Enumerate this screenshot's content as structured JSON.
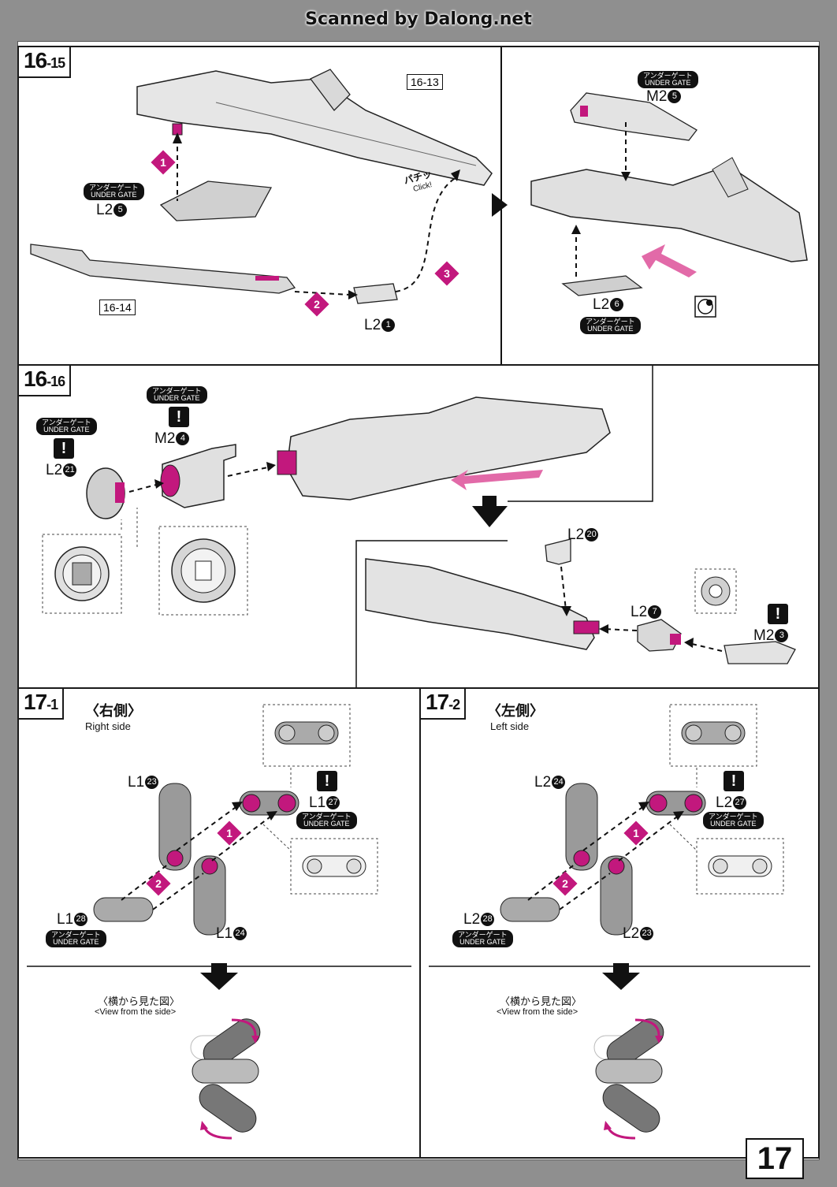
{
  "header": {
    "scan_credit": "Scanned by Dalong.net"
  },
  "page_number": "17",
  "gate_label": {
    "jp": "アンダーゲート",
    "en": "UNDER GATE"
  },
  "warning_symbol": "!",
  "panels": {
    "s16_15": {
      "step": "16",
      "sub": "-15",
      "ref_13": "16-13",
      "ref_14": "16-14",
      "click_jp": "パチッ",
      "click_en": "Click!",
      "part_a": {
        "code": "L2",
        "num": "5"
      },
      "part_b": {
        "code": "L2",
        "num": "1"
      },
      "part_c": {
        "code": "M2",
        "num": "5"
      },
      "part_d": {
        "code": "L2",
        "num": "6"
      },
      "steps": [
        "1",
        "2",
        "3"
      ]
    },
    "s16_16": {
      "step": "16",
      "sub": "-16",
      "part_a": {
        "code": "L2",
        "num": "21"
      },
      "part_b": {
        "code": "M2",
        "num": "4"
      },
      "part_c": {
        "code": "L2",
        "num": "20"
      },
      "part_d": {
        "code": "L2",
        "num": "7"
      },
      "part_e": {
        "code": "M2",
        "num": "3"
      }
    },
    "s17_1": {
      "step": "17",
      "sub": "-1",
      "title_jp": "〈右側〉",
      "title_en": "Right side",
      "parts": [
        {
          "code": "L1",
          "num": "23"
        },
        {
          "code": "L1",
          "num": "27"
        },
        {
          "code": "L1",
          "num": "28"
        },
        {
          "code": "L1",
          "num": "24"
        }
      ],
      "view_jp": "〈横から見た図〉",
      "view_en": "<View from the side>",
      "steps": [
        "1",
        "2"
      ]
    },
    "s17_2": {
      "step": "17",
      "sub": "-2",
      "title_jp": "〈左側〉",
      "title_en": "Left side",
      "parts": [
        {
          "code": "L2",
          "num": "24"
        },
        {
          "code": "L2",
          "num": "27"
        },
        {
          "code": "L2",
          "num": "28"
        },
        {
          "code": "L2",
          "num": "23"
        }
      ],
      "view_jp": "〈横から見た図〉",
      "view_en": "<View from the side>",
      "steps": [
        "1",
        "2"
      ]
    }
  },
  "colors": {
    "accent": "#c2187d",
    "part_gray": "#9a9a9a",
    "ink": "#111111"
  }
}
